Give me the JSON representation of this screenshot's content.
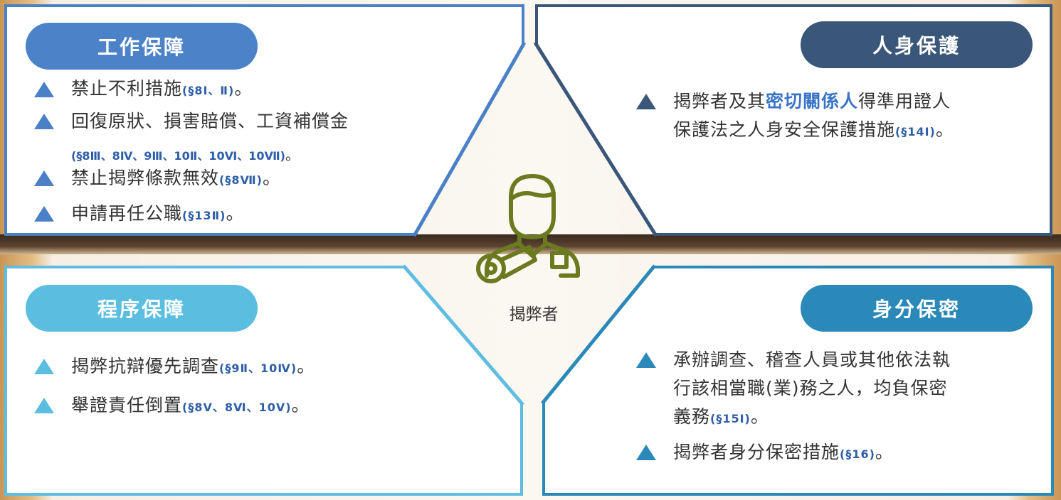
{
  "center": {
    "label": "揭弊者"
  },
  "quadrants": {
    "top_left": {
      "title": "工作保障",
      "items": [
        {
          "text": "禁止不利措施",
          "ref": "(§8Ⅰ、Ⅱ)",
          "end": "。"
        },
        {
          "text": "回復原狀、損害賠償、工資補償金",
          "ref": "(§8Ⅲ、8Ⅳ、9Ⅲ、10Ⅱ、10Ⅵ、10Ⅶ)",
          "end": "。"
        },
        {
          "text": "禁止揭弊條款無效",
          "ref": "(§8Ⅶ)",
          "end": "。"
        },
        {
          "text": "申請再任公職",
          "ref": "(§13Ⅱ)",
          "end": "。"
        }
      ]
    },
    "top_right": {
      "title": "人身保護",
      "items": [
        {
          "pre": "揭弊者及其",
          "highlight": "密切關係人",
          "post": "得準用證人",
          "line2": "保護法之人身安全保護措施",
          "ref": "(§14Ⅰ)",
          "end": "。"
        }
      ]
    },
    "bottom_left": {
      "title": "程序保障",
      "items": [
        {
          "text": "揭弊抗辯優先調查",
          "ref": "(§9Ⅱ、10Ⅳ)",
          "end": "。"
        },
        {
          "text": "舉證責任倒置",
          "ref": "(§8Ⅴ、8Ⅵ、10Ⅴ)",
          "end": "。"
        }
      ]
    },
    "bottom_right": {
      "title": "身分保密",
      "items": [
        {
          "line1": "承辦調查、稽查人員或其他依法執",
          "line2": "行該相當職(業)務之人，均負保密",
          "line3": "義務",
          "ref": "(§15Ⅰ)",
          "end": "。"
        },
        {
          "text": "揭弊者身分保密措施",
          "ref": "(§16)",
          "end": "。"
        }
      ]
    }
  },
  "colors": {
    "top_left": "#4a80c6",
    "top_right": "#3a5678",
    "bottom_left": "#5bbde0",
    "bottom_right": "#2a89b8",
    "icon": "#6b7a1e"
  },
  "icon": "whistleblower-person-with-whistle-icon"
}
